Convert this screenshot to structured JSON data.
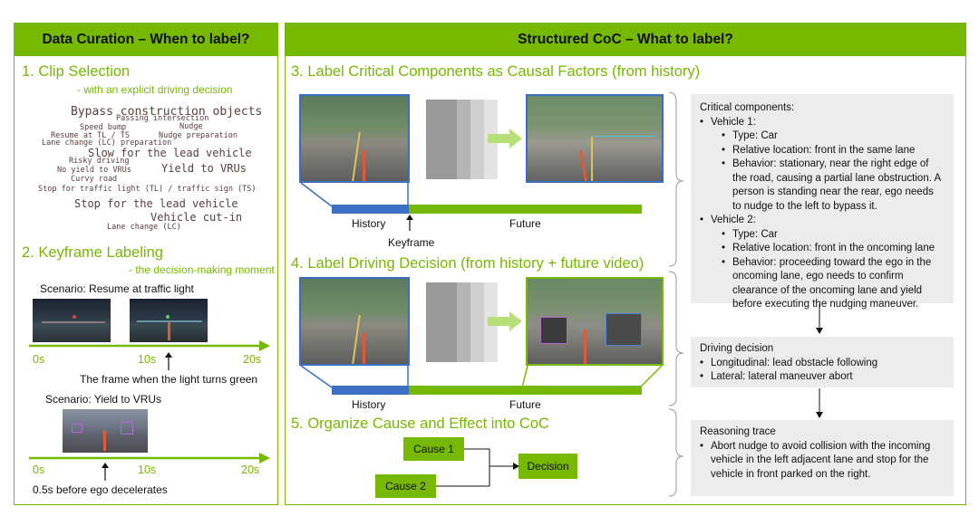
{
  "left_panel": {
    "header": "Data Curation – When to label?",
    "section1": {
      "title": "1.  Clip Selection",
      "subtitle": "- with an explicit driving decision",
      "word_cloud": [
        "Bypass construction objects",
        "Passing intersection",
        "Speed bump",
        "Nudge",
        "Resume at TL / TS",
        "Nudge preparation",
        "Lane change (LC) preparation",
        "Slow for the lead vehicle",
        "Risky driving",
        "No yield to VRUs",
        "Yield to VRUs",
        "Curvy road",
        "Stop for traffic light (TL) / traffic sign (TS)",
        "Stop for the lead vehicle",
        "Vehicle cut-in",
        "Lane change (LC)"
      ]
    },
    "section2": {
      "title": "2.  Keyframe Labeling",
      "subtitle": "- the decision-making moment",
      "scenario1": {
        "label": "Scenario: Resume at traffic light",
        "t0": "0s",
        "t1": "10s",
        "t2": "20s",
        "note": "The frame when the light turns green"
      },
      "scenario2": {
        "label": "Scenario: Yield to VRUs",
        "t0": "0s",
        "t1": "10s",
        "t2": "20s",
        "note": "0.5s before ego decelerates"
      }
    }
  },
  "right_panel": {
    "header": "Structured CoC – What to label?",
    "section3": {
      "title": "3. Label Critical Components as Causal Factors (from history)",
      "history": "History",
      "future": "Future",
      "keyframe": "Keyframe"
    },
    "section4": {
      "title": "4. Label Driving Decision (from history + future video)",
      "history": "History",
      "future": "Future"
    },
    "section5": {
      "title": "5. Organize Cause and Effect into CoC",
      "cause1": "Cause 1",
      "cause2": "Cause 2",
      "decision": "Decision"
    },
    "critical_box": {
      "title": "Critical components:",
      "v1": {
        "name": "Vehicle 1:",
        "type": "Type: Car",
        "loc": "Relative location: front in the same lane",
        "behavior": "Behavior: stationary, near the right edge of the road, causing a partial lane obstruction. A person is standing near the rear, ego needs to nudge to the left to bypass it."
      },
      "v2": {
        "name": "Vehicle 2:",
        "type": "Type: Car",
        "loc": "Relative location: front in the oncoming lane",
        "behavior": "Behavior: proceeding toward the ego in the oncoming lane, ego needs to confirm clearance of the oncoming lane and yield before executing the nudging maneuver."
      }
    },
    "decision_box": {
      "title": "Driving decision",
      "longitudinal": "Longitudinal: lead obstacle following",
      "lateral": "Lateral: lateral maneuver abort"
    },
    "reasoning_box": {
      "title": "Reasoning trace",
      "text": "Abort nudge to avoid collision with the incoming vehicle in the left adjacent lane and stop for the vehicle in front parked on the right."
    }
  },
  "colors": {
    "accent": "#76b900",
    "history_blue": "#3a6fc2",
    "box_gray": "#ececec"
  }
}
